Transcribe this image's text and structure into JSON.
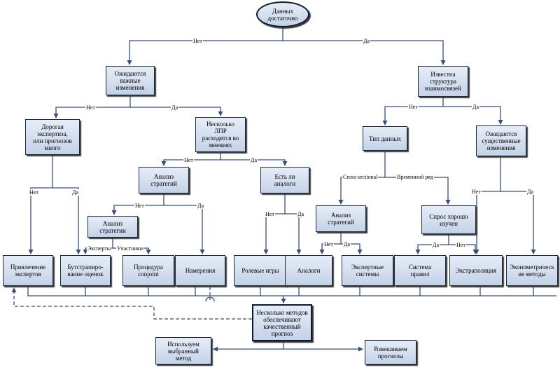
{
  "nodes": {
    "root": "Данных\nдостаточно",
    "n_changes": "Ожидаются\nважные\nизменения",
    "n_struct": "Известна\nструктура\nвзаимосвязей",
    "n_expertise": "Дорогая\nэкспертиза,\nили прогнозов\nмного",
    "n_dm": "Несколько\nЛПР\nрасходятся во\nмнениях",
    "n_datatype": "Тип данных",
    "n_sigchange": "Ожидаются\nсущественные\nизменения",
    "n_stratan1": "Анализ\nстратегий",
    "n_analogs_q": "Есть ли\nаналоги",
    "n_stratan2": "Анализ\nстратегии",
    "n_stratan3": "Анализ\nстратегий",
    "n_demand": "Спрос хорошо\nизучен",
    "leaf_experts": "Привлечение\nэкспертов",
    "leaf_bootstrap": "Бутстрапиро-\nвание оценок",
    "leaf_conjoint": "Процедура\nconjoint",
    "leaf_intent": "Намерения",
    "leaf_roleplay": "Ролевые игры",
    "leaf_analogs": "Аналоги",
    "leaf_expsys": "Экспертные\nсистемы",
    "leaf_rules": "Система\nправил",
    "leaf_extrap": "Экстраполяция",
    "leaf_econ": "Эконометрическ\nие методы",
    "n_several": "Несколько методов\nобеспечивают\nкачественный\nпрогноз",
    "n_use": "Используем\nвыбранный\nметод",
    "n_weigh": "Взвешиваем\nпрогнозы"
  },
  "edge_labels": {
    "no": "Нет",
    "yes": "Да",
    "cross_sectional": "Cross-sectional",
    "time_series": "Временной ряд",
    "experts": "Эксперты",
    "participants": "Участники"
  }
}
